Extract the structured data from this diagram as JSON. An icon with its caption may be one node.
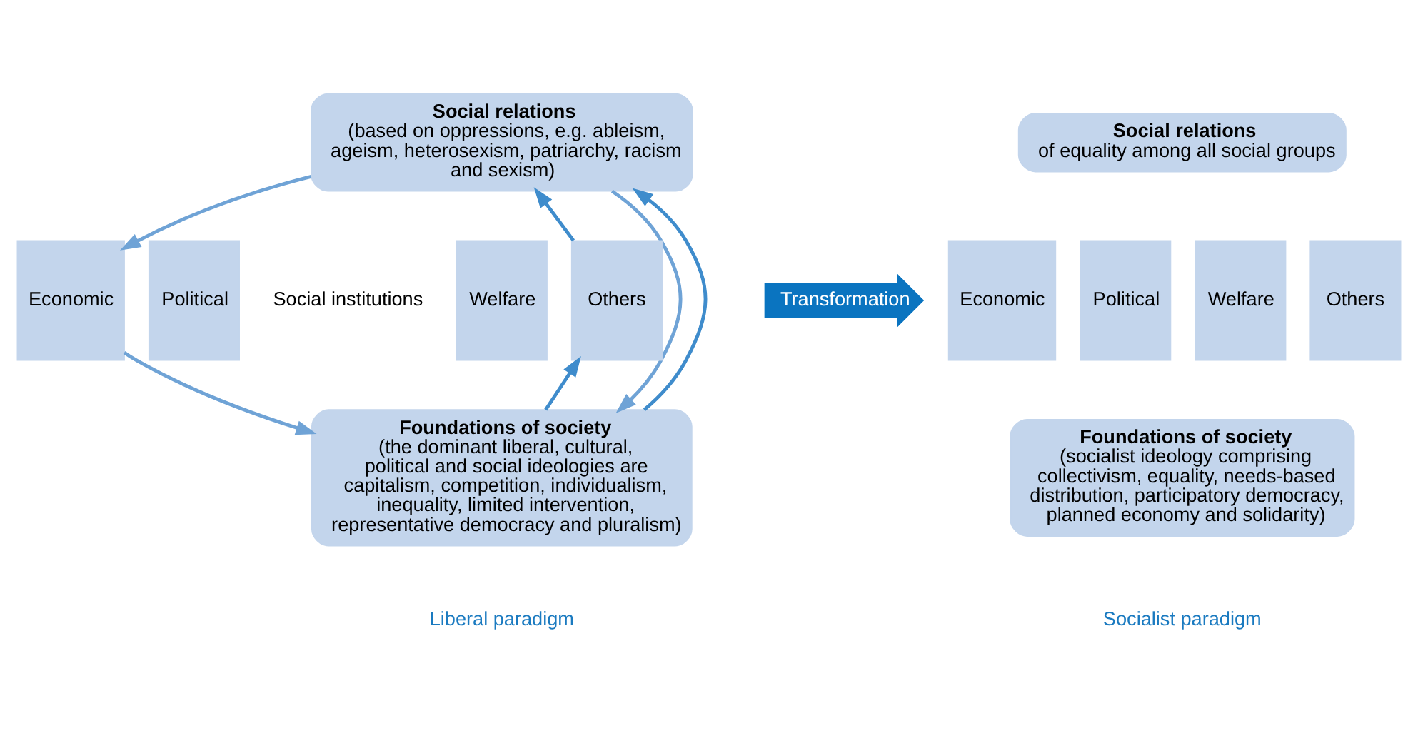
{
  "diagram": {
    "nodes": [
      {
        "text": [
          "Social relations",
          "(based on oppressions, e.g. ableism, ageism, heterosexism, patriarchy, racism and sexism)"
        ]
      },
      {
        "text": [
          "Economic"
        ]
      },
      {
        "text": [
          "Political"
        ]
      },
      {
        "text": [
          "Welfare"
        ]
      },
      {
        "text": [
          "Others"
        ]
      },
      {
        "text": [
          "Foundations of society",
          "(the dominant liberal, cultural, political and social ideologies are capitalism, competition, individualism, inequality, limited intervention, representative democracy and pluralism)"
        ]
      },
      {
        "text": [
          "Transformation"
        ]
      },
      {
        "text": [
          "Social relations",
          "of equality among all social groups"
        ]
      },
      {
        "text": [
          "Economic"
        ]
      },
      {
        "text": [
          "Political"
        ]
      },
      {
        "text": [
          "Welfare"
        ]
      },
      {
        "text": [
          "Others"
        ]
      },
      {
        "text": [
          "Foundations of society",
          "(socialist ideology comprising collectivism, equality, needs-based distribution, participatory democracy, planned economy and solidarity)"
        ]
      }
    ],
    "edges": [
      {
        "from": 0,
        "to": 1,
        "arrow": "to",
        "color": "#6fa3d6"
      },
      {
        "from": 0,
        "to": 5,
        "arrow": "to",
        "color": "#6fa3d6"
      },
      {
        "from": 1,
        "to": 5,
        "arrow": "to",
        "color": "#6fa3d6"
      },
      {
        "from": 4,
        "to": 0,
        "arrow": "to",
        "color": "#3f8ccc"
      },
      {
        "from": 5,
        "to": 4,
        "arrow": "to",
        "color": "#3f8ccc"
      },
      {
        "from": 5,
        "to": 0,
        "arrow": "to",
        "color": "#3f8ccc"
      }
    ],
    "labels": [
      "Social institutions",
      "Liberal paradigm",
      "Socialist paradigm"
    ]
  }
}
